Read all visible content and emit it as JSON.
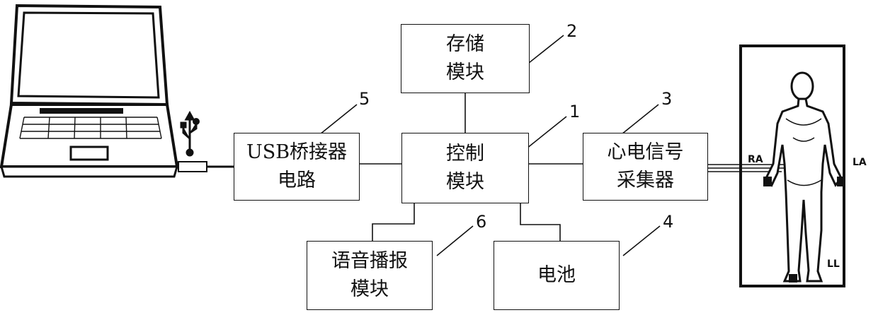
{
  "modules": {
    "storage": {
      "line1": "存储",
      "line2": "模块",
      "ref": "2"
    },
    "control": {
      "line1": "控制",
      "line2": "模块",
      "ref": "1"
    },
    "usb_bridge": {
      "line1": "USB桥接器",
      "line2": "电路",
      "ref": "5"
    },
    "ecg_collector": {
      "line1": "心电信号",
      "line2": "采集器",
      "ref": "3"
    },
    "voice": {
      "line1": "语音播报",
      "line2": "模块",
      "ref": "6"
    },
    "battery": {
      "line1": "电池",
      "ref": "4"
    }
  },
  "electrode_labels": {
    "right_arm": "RA",
    "left_arm": "LA",
    "left_leg": "LL"
  },
  "icons": {
    "computer": "laptop-icon",
    "usb": "usb-icon",
    "body": "human-body-figure"
  }
}
